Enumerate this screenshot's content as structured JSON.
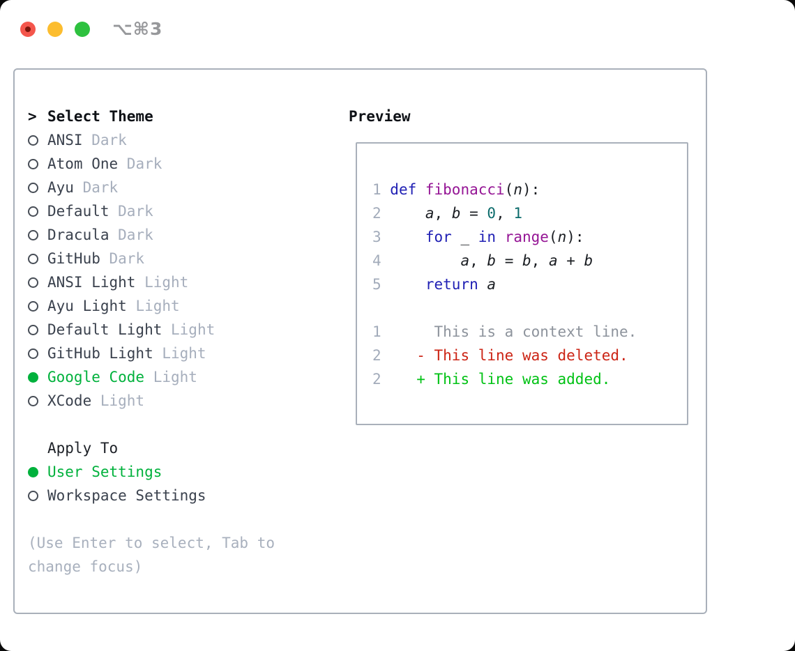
{
  "window": {
    "title": "⌥⌘3",
    "traffic_lights": [
      {
        "name": "close",
        "color": "#f4564c",
        "dot_color": "#7c150b"
      },
      {
        "name": "minimize",
        "color": "#fcbd2f",
        "dot_color": ""
      },
      {
        "name": "maximize",
        "color": "#2ec13f",
        "dot_color": ""
      }
    ]
  },
  "theme_section": {
    "prefix": ">",
    "header": "Select Theme",
    "themes": [
      {
        "name": "ANSI",
        "variant": "Dark",
        "selected": false
      },
      {
        "name": "Atom One",
        "variant": "Dark",
        "selected": false
      },
      {
        "name": "Ayu",
        "variant": "Dark",
        "selected": false
      },
      {
        "name": "Default",
        "variant": "Dark",
        "selected": false
      },
      {
        "name": "Dracula",
        "variant": "Dark",
        "selected": false
      },
      {
        "name": "GitHub",
        "variant": "Dark",
        "selected": false
      },
      {
        "name": "ANSI Light",
        "variant": "Light",
        "selected": false
      },
      {
        "name": "Ayu Light",
        "variant": "Light",
        "selected": false
      },
      {
        "name": "Default Light",
        "variant": "Light",
        "selected": false
      },
      {
        "name": "GitHub Light",
        "variant": "Light",
        "selected": false
      },
      {
        "name": "Google Code",
        "variant": "Light",
        "selected": true
      },
      {
        "name": "XCode",
        "variant": "Light",
        "selected": false
      }
    ]
  },
  "apply_section": {
    "header": "Apply To",
    "options": [
      {
        "label": "User Settings",
        "selected": true
      },
      {
        "label": "Workspace Settings",
        "selected": false
      }
    ]
  },
  "hint": {
    "lines": [
      "(Use Enter to select, Tab to",
      "change focus)"
    ]
  },
  "preview": {
    "title": "Preview",
    "lines": [
      [
        {
          "t": "1 ",
          "c": "ln"
        },
        {
          "t": "def ",
          "c": "kw"
        },
        {
          "t": "fibonacci",
          "c": "fn"
        },
        {
          "t": "(",
          "c": "pl"
        },
        {
          "t": "n",
          "c": "var"
        },
        {
          "t": "):",
          "c": "pl"
        }
      ],
      [
        {
          "t": "2 ",
          "c": "ln"
        },
        {
          "t": "    ",
          "c": "pl"
        },
        {
          "t": "a",
          "c": "var"
        },
        {
          "t": ", ",
          "c": "pl"
        },
        {
          "t": "b",
          "c": "var"
        },
        {
          "t": " = ",
          "c": "pl"
        },
        {
          "t": "0",
          "c": "num"
        },
        {
          "t": ", ",
          "c": "pl"
        },
        {
          "t": "1",
          "c": "num"
        }
      ],
      [
        {
          "t": "3 ",
          "c": "ln"
        },
        {
          "t": "    ",
          "c": "pl"
        },
        {
          "t": "for",
          "c": "kw"
        },
        {
          "t": " _ ",
          "c": "pl"
        },
        {
          "t": "in",
          "c": "kw"
        },
        {
          "t": " ",
          "c": "pl"
        },
        {
          "t": "range",
          "c": "fn"
        },
        {
          "t": "(",
          "c": "pl"
        },
        {
          "t": "n",
          "c": "var"
        },
        {
          "t": "):",
          "c": "pl"
        }
      ],
      [
        {
          "t": "4 ",
          "c": "ln"
        },
        {
          "t": "        ",
          "c": "pl"
        },
        {
          "t": "a",
          "c": "var"
        },
        {
          "t": ", ",
          "c": "pl"
        },
        {
          "t": "b",
          "c": "var"
        },
        {
          "t": " = ",
          "c": "pl"
        },
        {
          "t": "b",
          "c": "var"
        },
        {
          "t": ", ",
          "c": "pl"
        },
        {
          "t": "a",
          "c": "var"
        },
        {
          "t": " + ",
          "c": "pl"
        },
        {
          "t": "b",
          "c": "var"
        }
      ],
      [
        {
          "t": "5 ",
          "c": "ln"
        },
        {
          "t": "    ",
          "c": "pl"
        },
        {
          "t": "return",
          "c": "kw"
        },
        {
          "t": " ",
          "c": "pl"
        },
        {
          "t": "a",
          "c": "var"
        }
      ],
      [],
      [
        {
          "t": "1 ",
          "c": "ln"
        },
        {
          "t": "     ",
          "c": "pl"
        },
        {
          "t": "This is a context line.",
          "c": "ctx"
        }
      ],
      [
        {
          "t": "2 ",
          "c": "ln"
        },
        {
          "t": "   ",
          "c": "pl"
        },
        {
          "t": "- This line was deleted.",
          "c": "del"
        }
      ],
      [
        {
          "t": "2 ",
          "c": "ln"
        },
        {
          "t": "   ",
          "c": "pl"
        },
        {
          "t": "+ This line was added.",
          "c": "add"
        }
      ]
    ]
  },
  "colors": {
    "ui_green": "#00b13c",
    "added": "#00c214",
    "deleted": "#cc2415",
    "context": "#8d939c",
    "line_number": "#a2abba",
    "keyword": "#2020b4",
    "function": "#951595",
    "number": "#0b6b6b",
    "plain": "#1a1d22",
    "text_dark": "#3a414d",
    "text_muted": "#a6aebc",
    "border": "#a9b0ba"
  }
}
